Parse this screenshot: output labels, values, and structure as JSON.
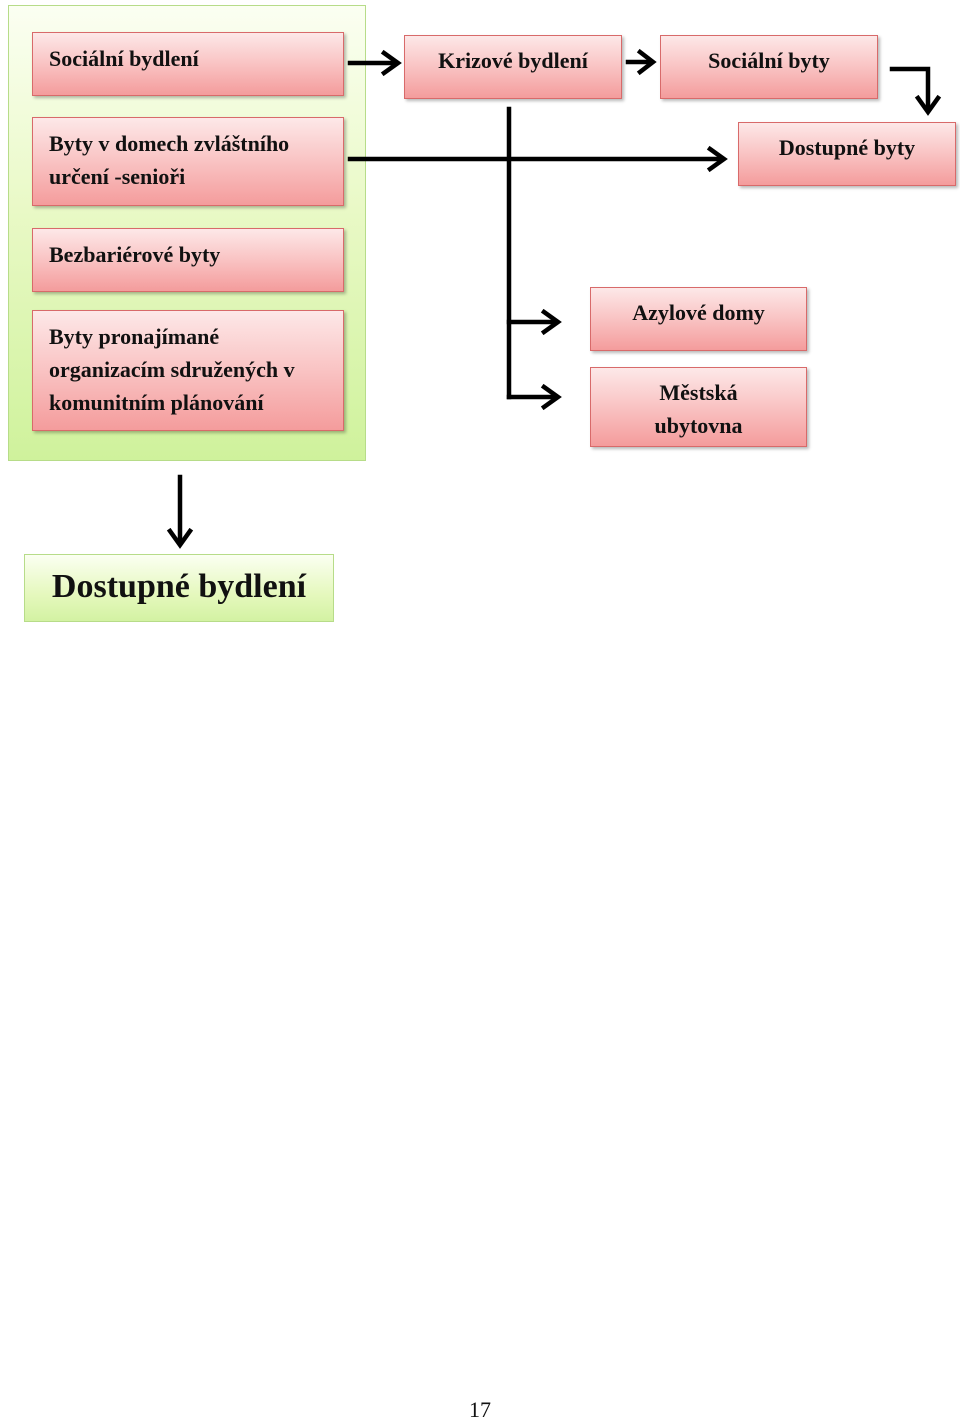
{
  "group": {
    "items": [
      "Sociální bydlení",
      "Byty v domech zvláštního určení -senioři",
      "Bezbariérové byty",
      "Byty pronajímané organizacím sdružených v komunitním plánování"
    ]
  },
  "nodes": {
    "krizove_bydleni": "Krizové bydlení",
    "socialni_byty": "Sociální byty",
    "dostupne_byty": "Dostupné byty",
    "azylove_domy": "Azylové domy",
    "mestska_ubytovna": "Městská ubytovna"
  },
  "final": "Dostupné bydlení",
  "page_number": "17"
}
